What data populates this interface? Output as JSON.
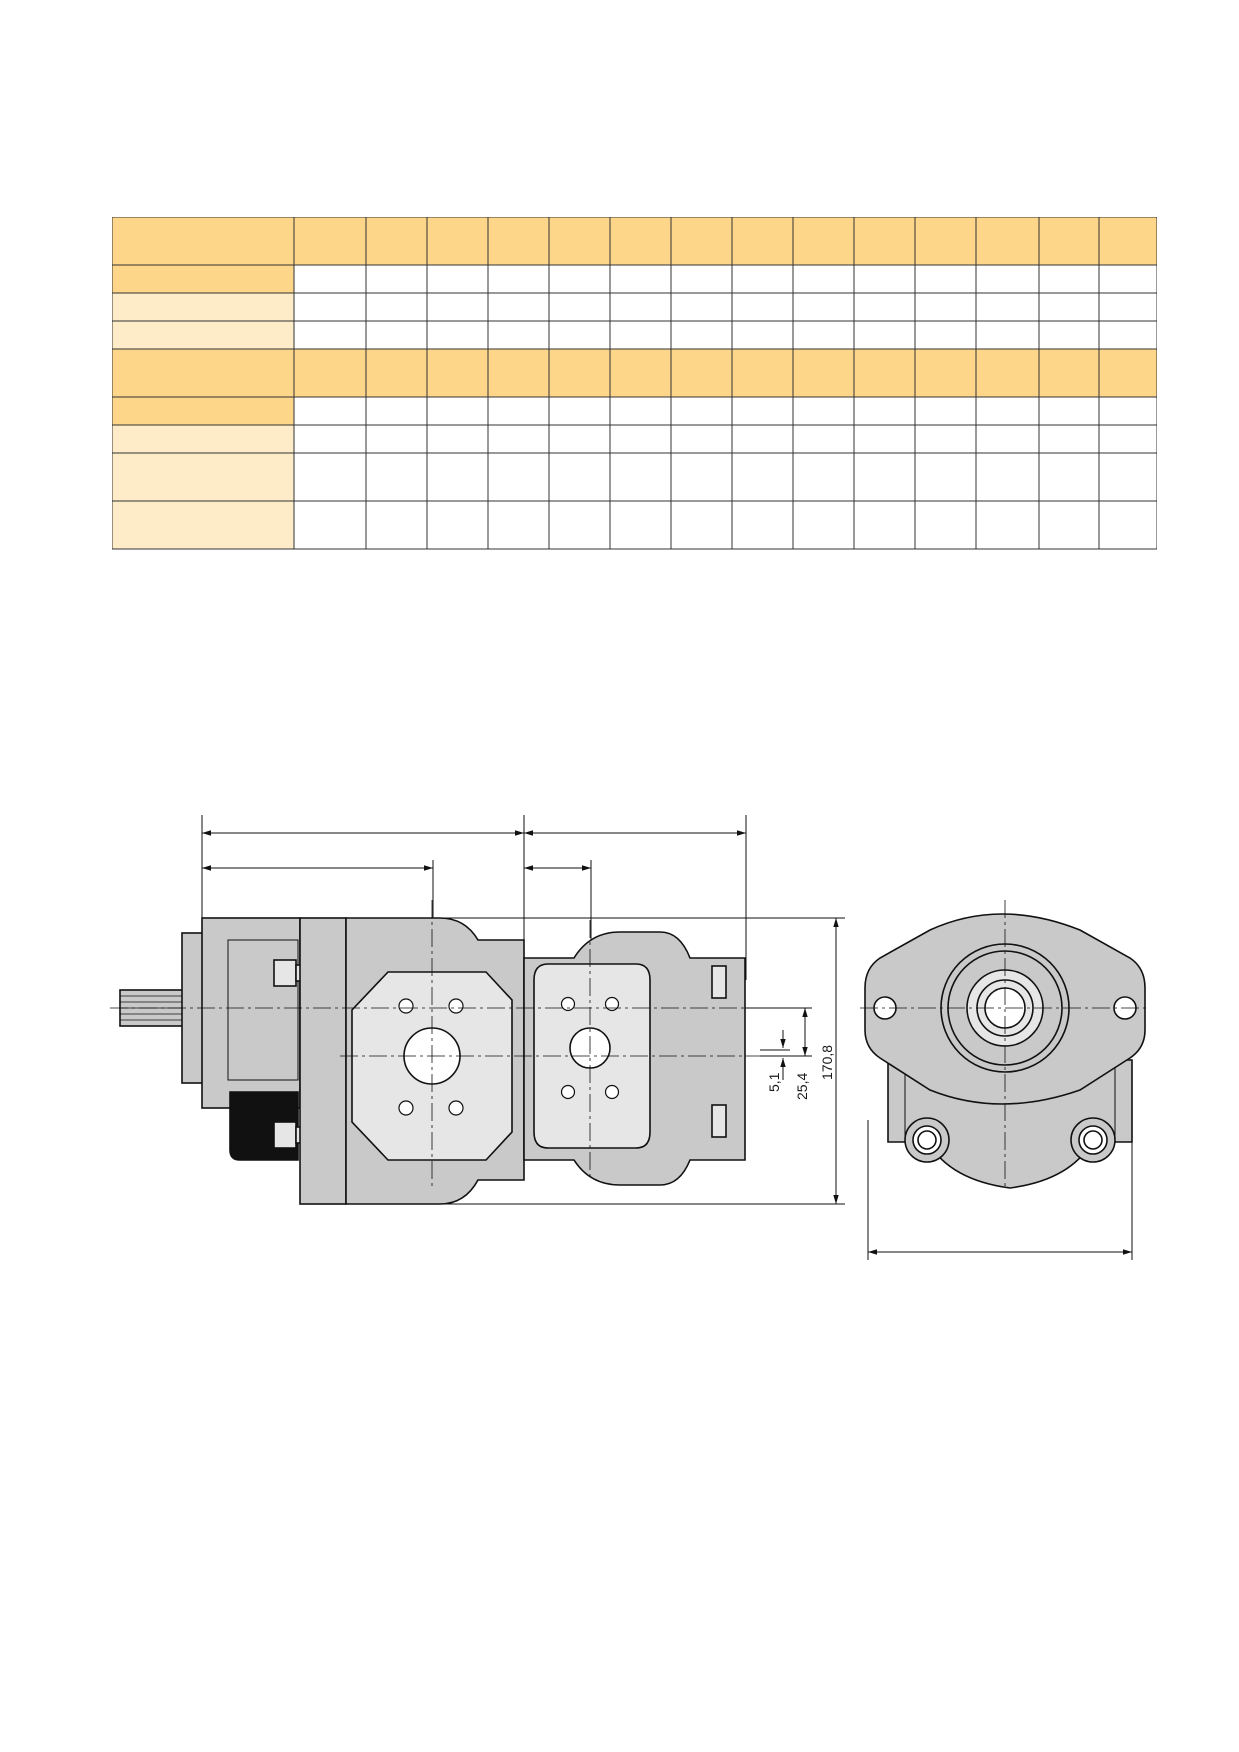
{
  "colors": {
    "header_fill": "#fdd68a",
    "label_strong": "#fdd68a",
    "label_light": "#feecc9",
    "cell": "#ffffff",
    "grid": "#333333",
    "body_fill": "#c9c9c9",
    "port_fill": "#e6e6e6",
    "dark_part": "#111111"
  },
  "spec_table": {
    "rows": [
      {
        "kind": "header"
      },
      {
        "kind": "label_strong"
      },
      {
        "kind": "label_light"
      },
      {
        "kind": "label_light"
      },
      {
        "kind": "header"
      },
      {
        "kind": "label_strong"
      },
      {
        "kind": "label_light"
      },
      {
        "kind": "label_light"
      },
      {
        "kind": "label_light"
      }
    ],
    "data_columns": 14
  },
  "drawing": {
    "dimensions": {
      "offset_small": "5,1",
      "offset_axis": "25,4",
      "overall_height": "170,8"
    }
  }
}
